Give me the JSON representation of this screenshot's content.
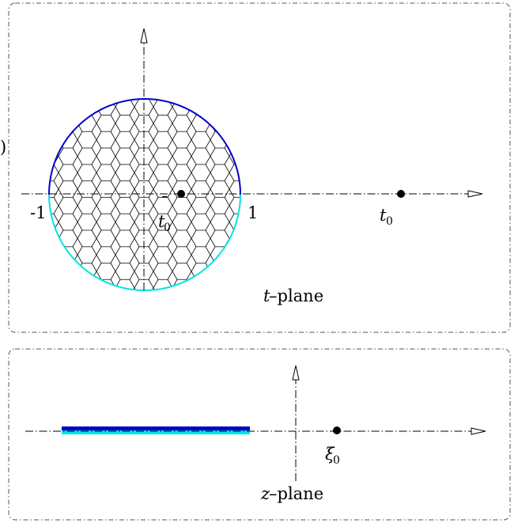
{
  "t_plane": {
    "left_partial_label": ")",
    "tick_minus_one": "-1",
    "tick_one": "1",
    "t0_var": "t",
    "t0_sub": "0",
    "t0bar_var": "t",
    "t0bar_bar": "¯",
    "t0bar_sub": "0",
    "plane_var": "t",
    "plane_suffix": "–plane"
  },
  "z_plane": {
    "xi0_var": "ξ",
    "xi0_sub": "0",
    "plane_var": "z",
    "plane_suffix": "–plane"
  },
  "colors": {
    "upper_arc": "#0000cc",
    "lower_arc": "#00e5e5",
    "cut_upper": "#0000cc",
    "cut_lower": "#00e5e5",
    "frame": "#555555",
    "axis": "#000000",
    "hex_grid": "#000000"
  }
}
